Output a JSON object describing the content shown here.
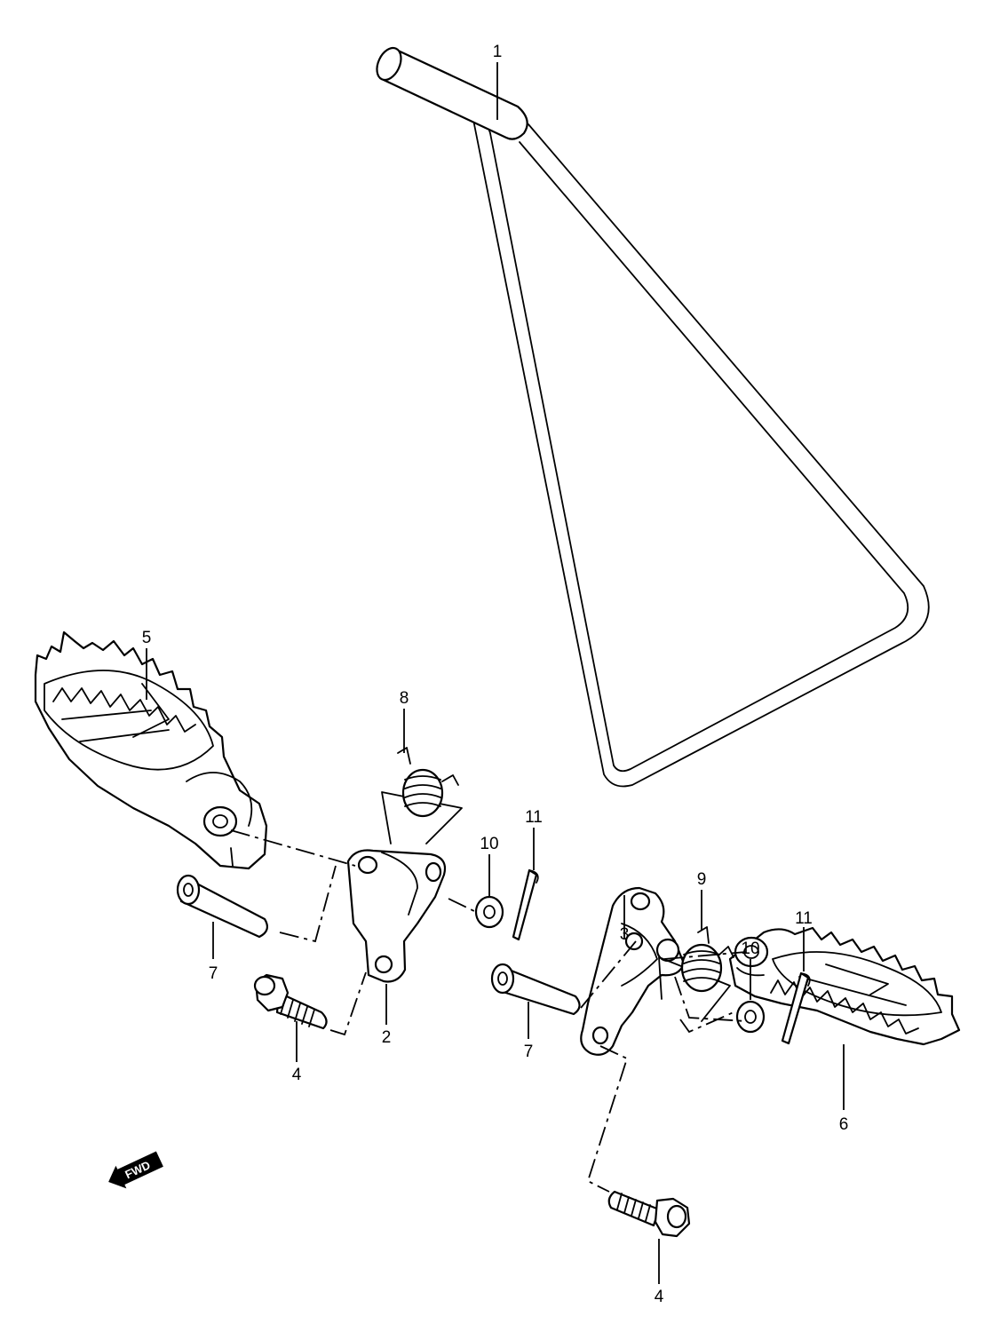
{
  "callouts": {
    "c1": "1",
    "c2": "2",
    "c3": "3",
    "c4a": "4",
    "c4b": "4",
    "c5": "5",
    "c6": "6",
    "c7a": "7",
    "c7b": "7",
    "c8": "8",
    "c9": "9",
    "c10a": "10",
    "c10b": "10",
    "c11a": "11",
    "c11b": "11"
  },
  "fwd_badge": {
    "label": "FWD"
  }
}
